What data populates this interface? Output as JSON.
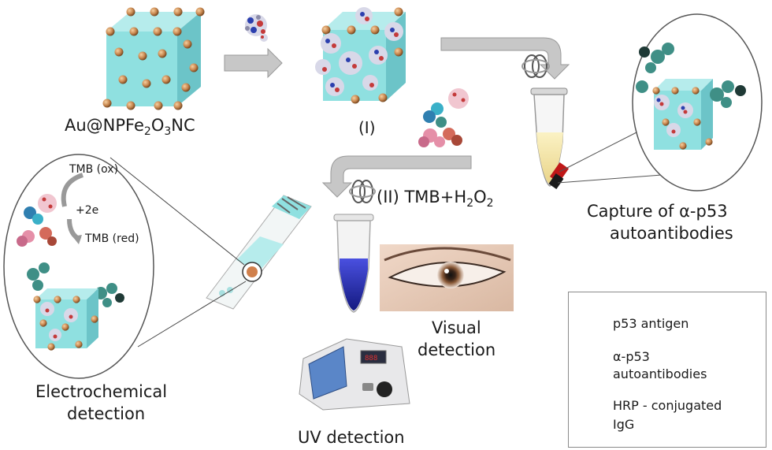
{
  "labels": {
    "nanocube": "Au@NPFe",
    "nanocube_sub1": "2",
    "nanocube_mid": "O",
    "nanocube_sub2": "3",
    "nanocube_end": "NC",
    "step1": "(I)",
    "step2_prefix": "(II) TMB+H",
    "step2_sub1": "2",
    "step2_mid": "O",
    "step2_sub2": "2",
    "capture_line1": "Capture of α-p53",
    "capture_line2": "autoantibodies",
    "visual_line1": "Visual",
    "visual_line2": "detection",
    "uv": "UV detection",
    "electro_line1": "Electrochemical",
    "electro_line2": "detection",
    "tmb_ox": "TMB (ox)",
    "plus_2e": "+2e",
    "tmb_red": "TMB (red)"
  },
  "legend": {
    "items": [
      {
        "icon": "p53-antigen-icon",
        "text": "p53 antigen"
      },
      {
        "icon": "autoantibody-icon",
        "text": "α-p53",
        "text2": "autoantibodies"
      },
      {
        "icon": "hrp-igg-icon",
        "text": "HRP - conjugated",
        "text2": "IgG"
      }
    ]
  },
  "colors": {
    "cube_face": "#8fe0e0",
    "cube_side": "#6cc4c8",
    "gold_np": "#c98850",
    "arrow": "#c7c7c7",
    "tmb_blue": "#2a2fb0",
    "antibody": "#3f8f86",
    "hrp_pink": "#e58fa8"
  }
}
